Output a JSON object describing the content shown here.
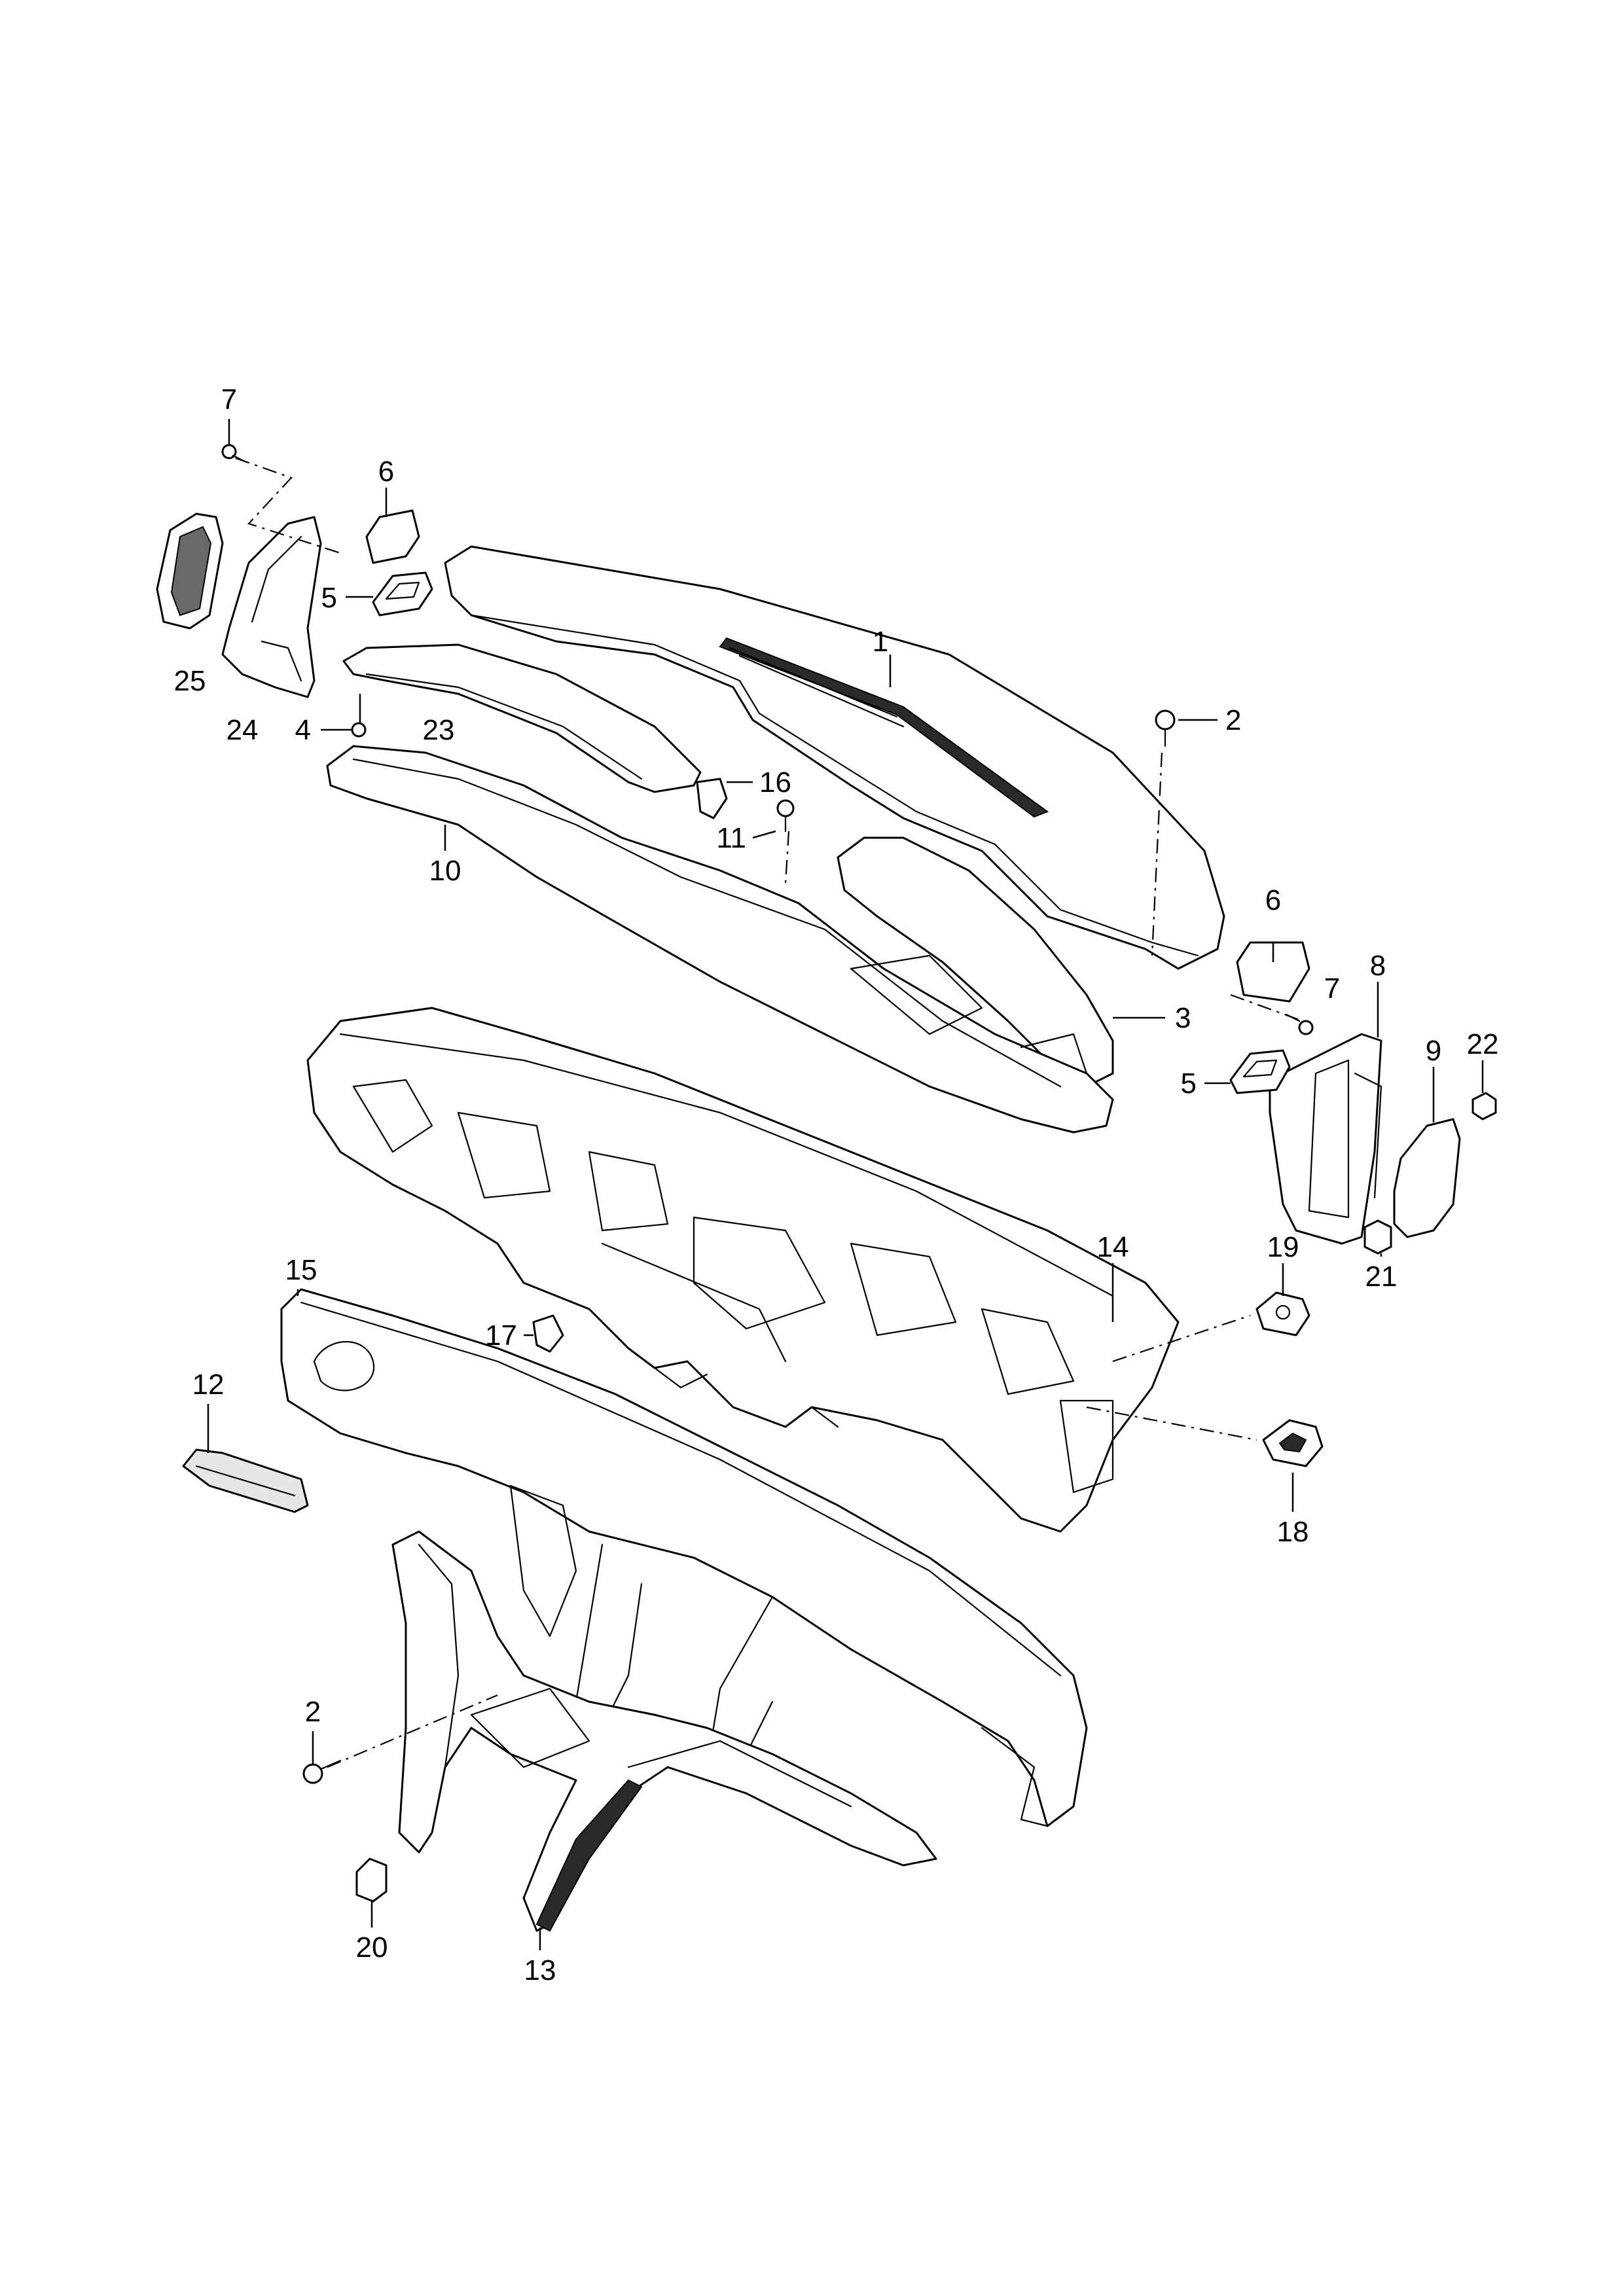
{
  "callouts": [
    {
      "id": "c1",
      "number": "1"
    },
    {
      "id": "c2a",
      "number": "2"
    },
    {
      "id": "c2b",
      "number": "2"
    },
    {
      "id": "c3",
      "number": "3"
    },
    {
      "id": "c4",
      "number": "4"
    },
    {
      "id": "c5a",
      "number": "5"
    },
    {
      "id": "c5b",
      "number": "5"
    },
    {
      "id": "c6a",
      "number": "6"
    },
    {
      "id": "c6b",
      "number": "6"
    },
    {
      "id": "c7a",
      "number": "7"
    },
    {
      "id": "c7b",
      "number": "7"
    },
    {
      "id": "c8",
      "number": "8"
    },
    {
      "id": "c9",
      "number": "9"
    },
    {
      "id": "c10",
      "number": "10"
    },
    {
      "id": "c11",
      "number": "11"
    },
    {
      "id": "c12",
      "number": "12"
    },
    {
      "id": "c13",
      "number": "13"
    },
    {
      "id": "c14",
      "number": "14"
    },
    {
      "id": "c15",
      "number": "15"
    },
    {
      "id": "c16",
      "number": "16"
    },
    {
      "id": "c17",
      "number": "17"
    },
    {
      "id": "c18",
      "number": "18"
    },
    {
      "id": "c19",
      "number": "19"
    },
    {
      "id": "c20",
      "number": "20"
    },
    {
      "id": "c21",
      "number": "21"
    },
    {
      "id": "c22",
      "number": "22"
    },
    {
      "id": "c23",
      "number": "23"
    },
    {
      "id": "c24",
      "number": "24"
    },
    {
      "id": "c25",
      "number": "25"
    }
  ]
}
